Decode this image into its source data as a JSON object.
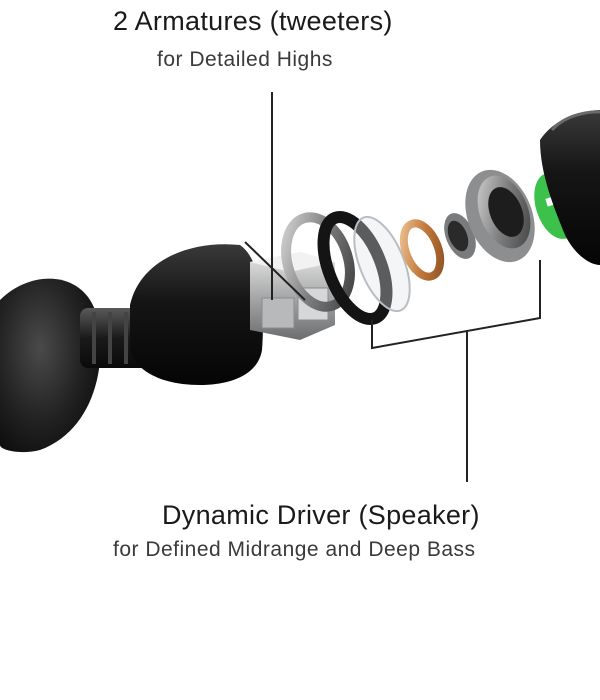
{
  "callouts": {
    "armatures": {
      "title": "2 Armatures (tweeters)",
      "subtitle": "for Detailed Highs"
    },
    "driver": {
      "title": "Dynamic Driver (Speaker)",
      "subtitle": "for Defined Midrange and Deep Bass"
    }
  },
  "colors": {
    "ear_tip": "#1e1e1e",
    "housing": "#1a1a1a",
    "armature_block": "#c9cbcc",
    "copper_ring": "#c8854a",
    "green_filter": "#3cc24a",
    "leader_line": "#222222"
  }
}
